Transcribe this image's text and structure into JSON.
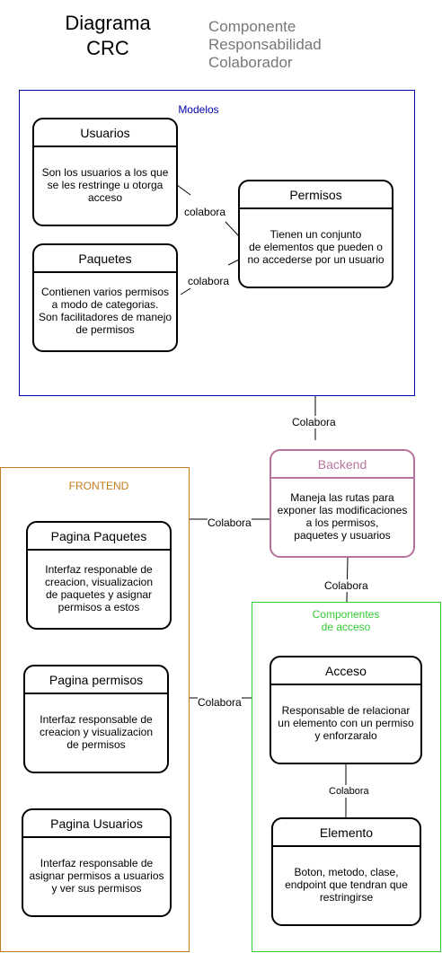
{
  "header": {
    "title_line1": "Diagrama",
    "title_line2": "CRC",
    "legend": [
      "Componente",
      "Responsabilidad",
      "Colaborador"
    ]
  },
  "groups": {
    "modelos": "Modelos",
    "frontend": "FRONTEND",
    "componentes_line1": "Componentes",
    "componentes_line2": "de acceso"
  },
  "cards": {
    "usuarios": {
      "title": "Usuarios",
      "body": "Son los usuarios a los que\nse les restringe u otorga\nacceso"
    },
    "paquetes": {
      "title": "Paquetes",
      "body": "Contienen varios permisos\na modo de categorias.\nSon facilitadores de manejo\nde permisos"
    },
    "permisos": {
      "title": "Permisos",
      "body": "Tienen un conjunto\nde elementos que pueden o\nno accederse por un usuario"
    },
    "backend": {
      "title": "Backend",
      "body": "Maneja las rutas para\nexponer las modificaciones\na los permisos,\npaquetes y usuarios"
    },
    "pagina_paquetes": {
      "title": "Pagina Paquetes",
      "body": "Interfaz responable de\ncreacion, visualizacion\nde paquetes y asignar\npermisos a estos"
    },
    "pagina_permisos": {
      "title": "Pagina permisos",
      "body": "Interfaz responsable de\ncreacion y visualizacion\nde permisos"
    },
    "pagina_usuarios": {
      "title": "Pagina Usuarios",
      "body": "Interfaz responsable de\nasignar permisos a usuarios\ny ver sus permisos"
    },
    "acceso": {
      "title": "Acceso",
      "body": "Responsable de relacionar\nun elemento con un permiso\ny enforzaralo"
    },
    "elemento": {
      "title": "Elemento",
      "body": "Boton, metodo, clase,\nendpoint que tendran que\nrestringirse"
    }
  },
  "connectors": {
    "usuarios_permisos": "colabora",
    "paquetes_permisos": "colabora",
    "modelos_backend": "Colabora",
    "backend_frontend": "Colabora",
    "backend_componentes": "Colabora",
    "frontend_componentes": "Colabora",
    "acceso_elemento": "Colabora"
  },
  "colors": {
    "modelos": "#0000aa",
    "frontend": "#c47c1e",
    "backend": "#b5739d",
    "componentes": "#33cc33",
    "legend": "#777777"
  }
}
